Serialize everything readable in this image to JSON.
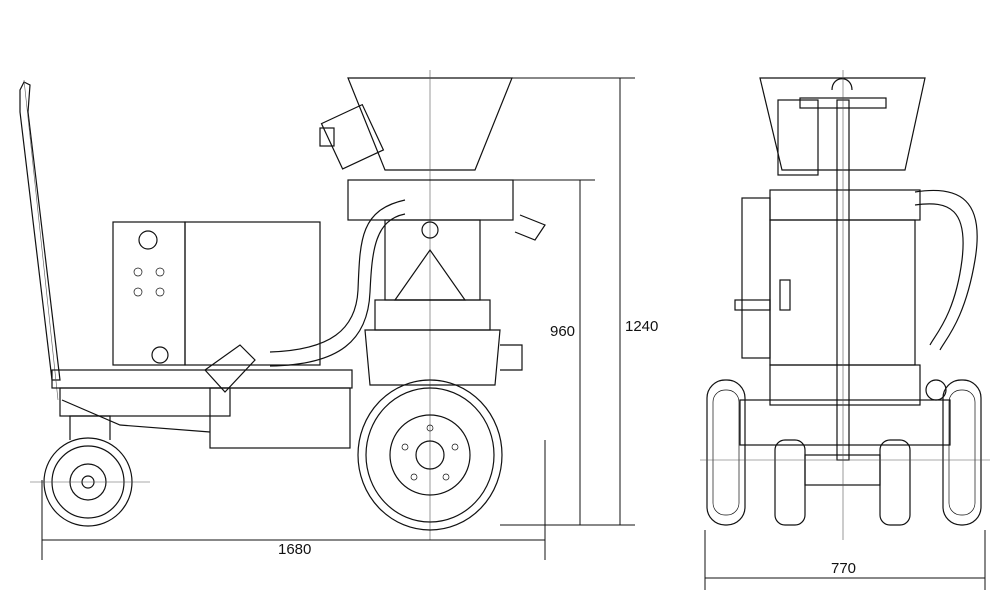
{
  "dimensions": {
    "side_length": "1680",
    "height_to_top": "960",
    "total_height": "1240",
    "front_width": "770"
  }
}
